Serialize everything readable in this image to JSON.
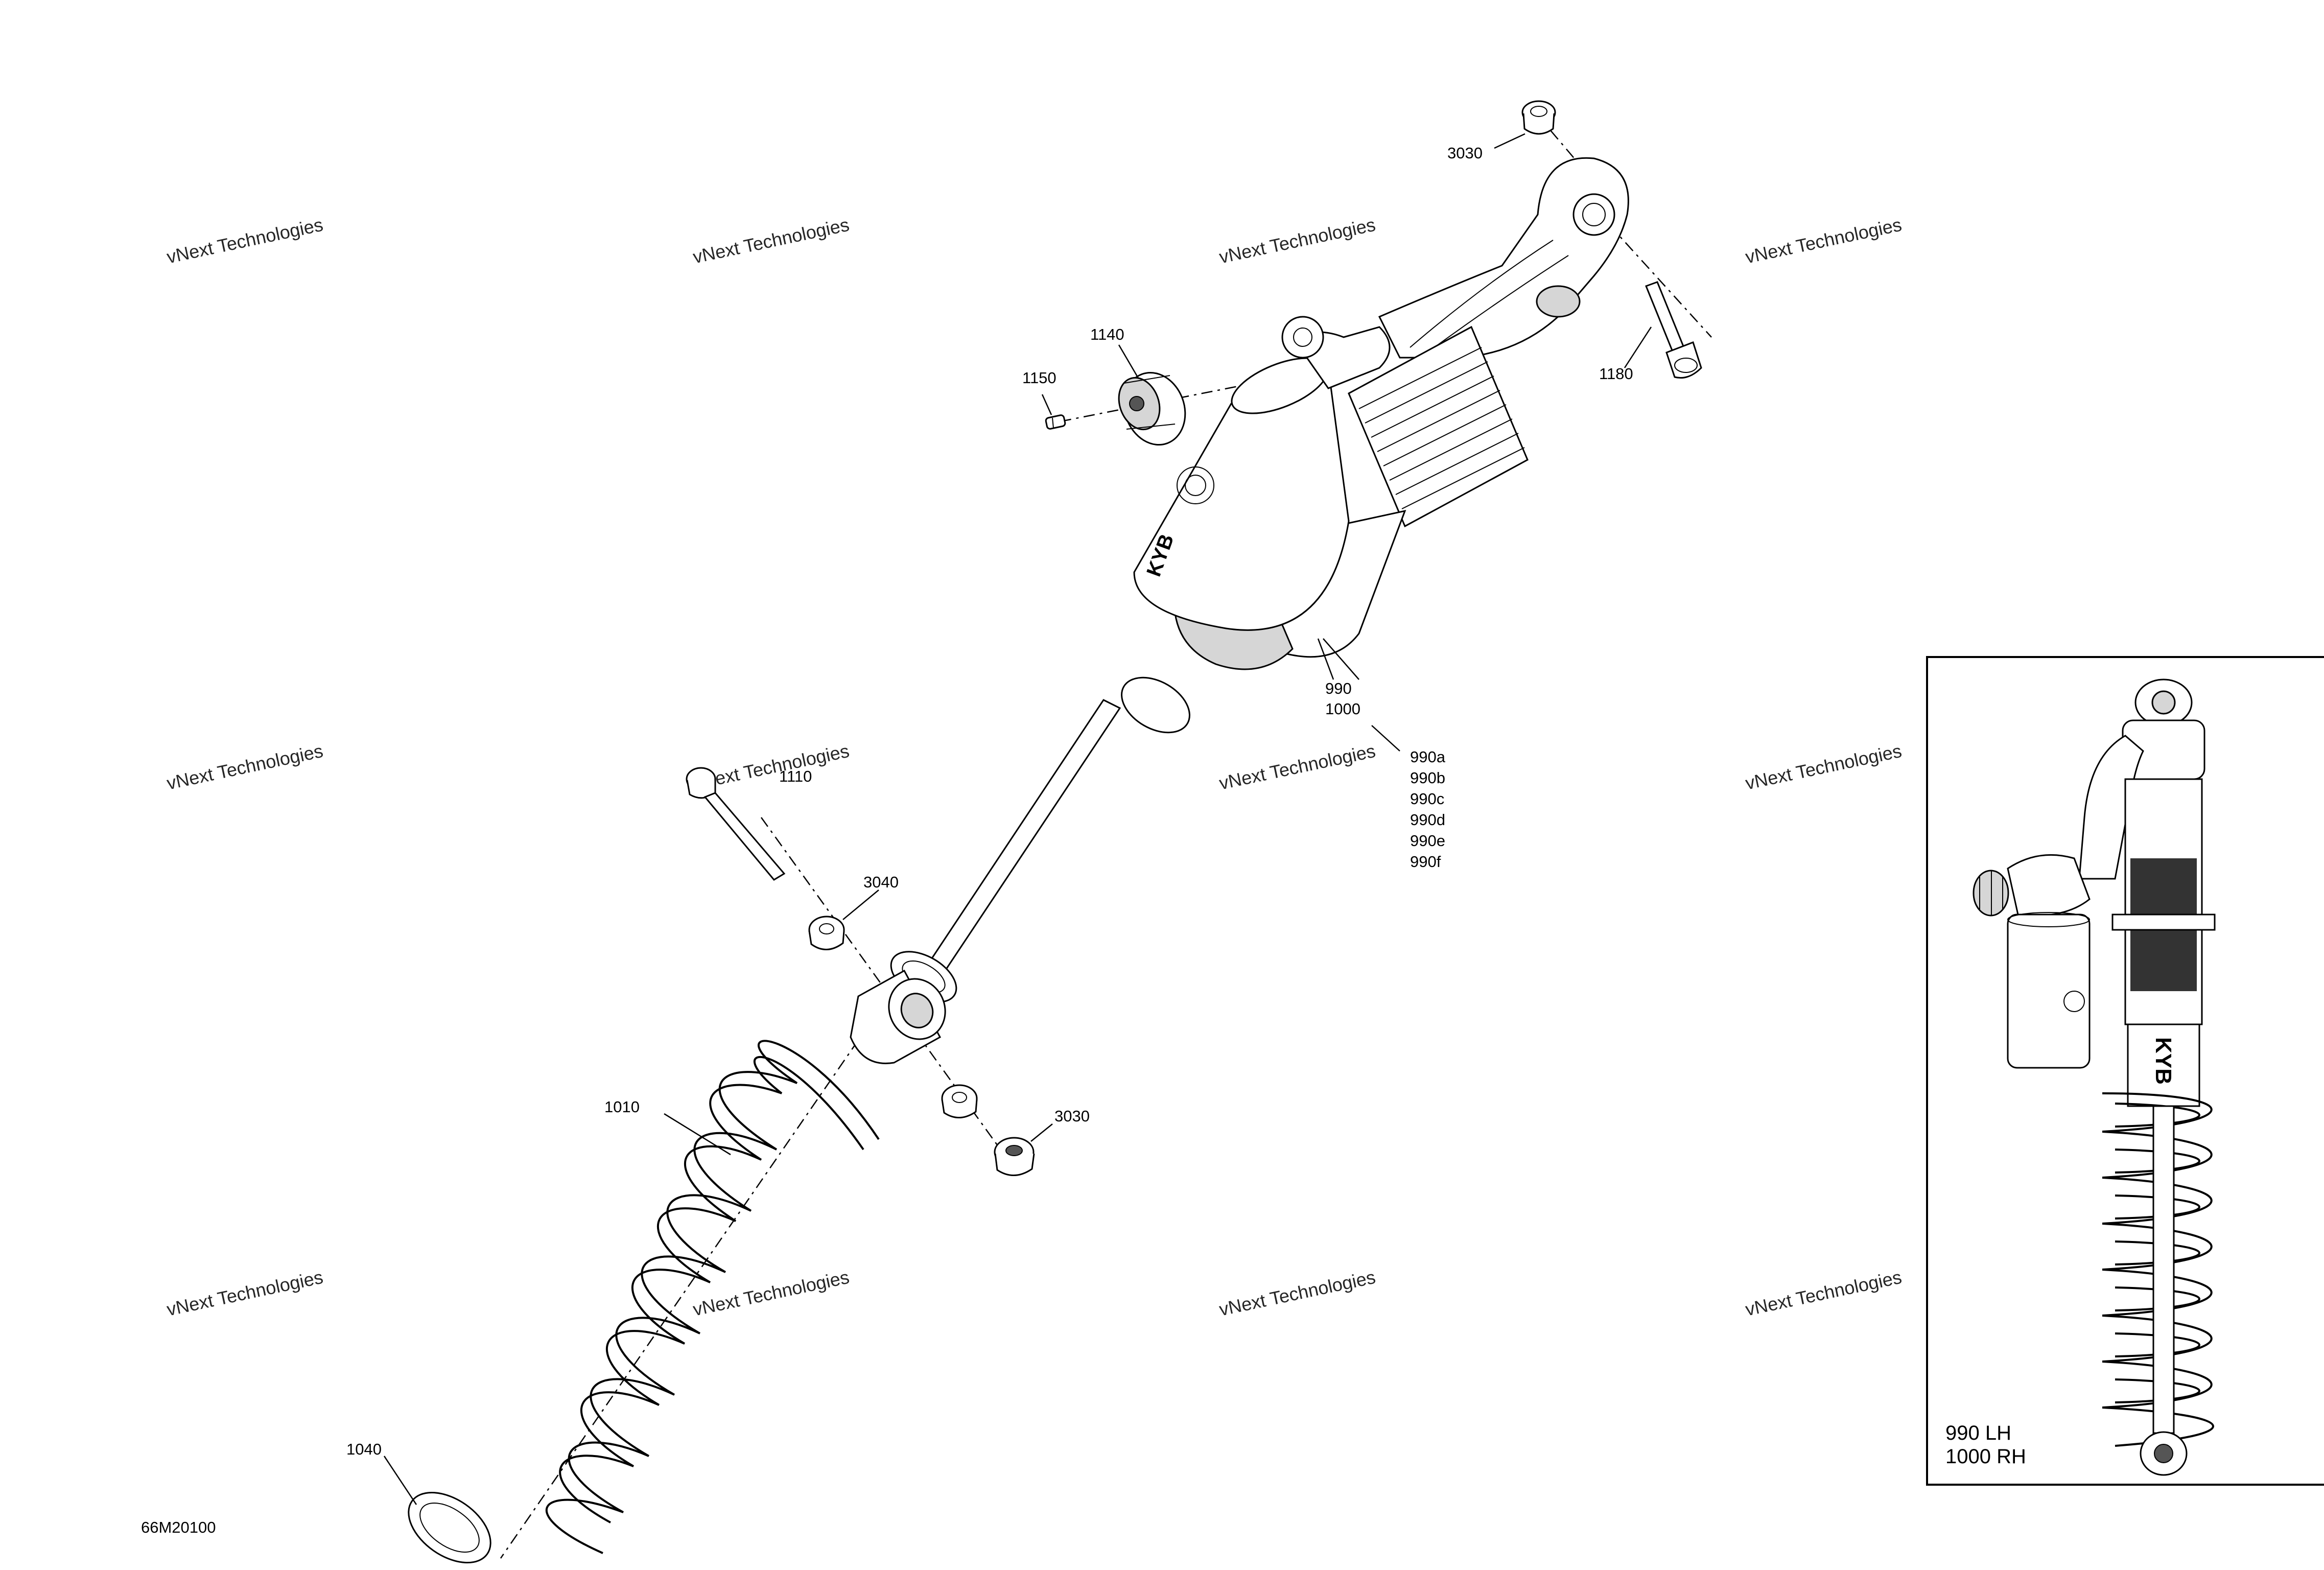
{
  "diagram_code": "66M20100",
  "watermark": "vNext Technologies",
  "callouts": {
    "c3030_top": "3030",
    "c1180": "1180",
    "c1140": "1140",
    "c1150": "1150",
    "c990": "990",
    "c1000": "1000",
    "c990a": "990a",
    "c990b": "990b",
    "c990c": "990c",
    "c990d": "990d",
    "c990e": "990e",
    "c990f": "990f",
    "c1110": "1110",
    "c3040": "3040",
    "c3030_bottom": "3030",
    "c1010": "1010",
    "c1040": "1040"
  },
  "inset": {
    "label_line1": "990 LH",
    "label_line2": "1000 RH",
    "brand_mark": "KYB"
  }
}
